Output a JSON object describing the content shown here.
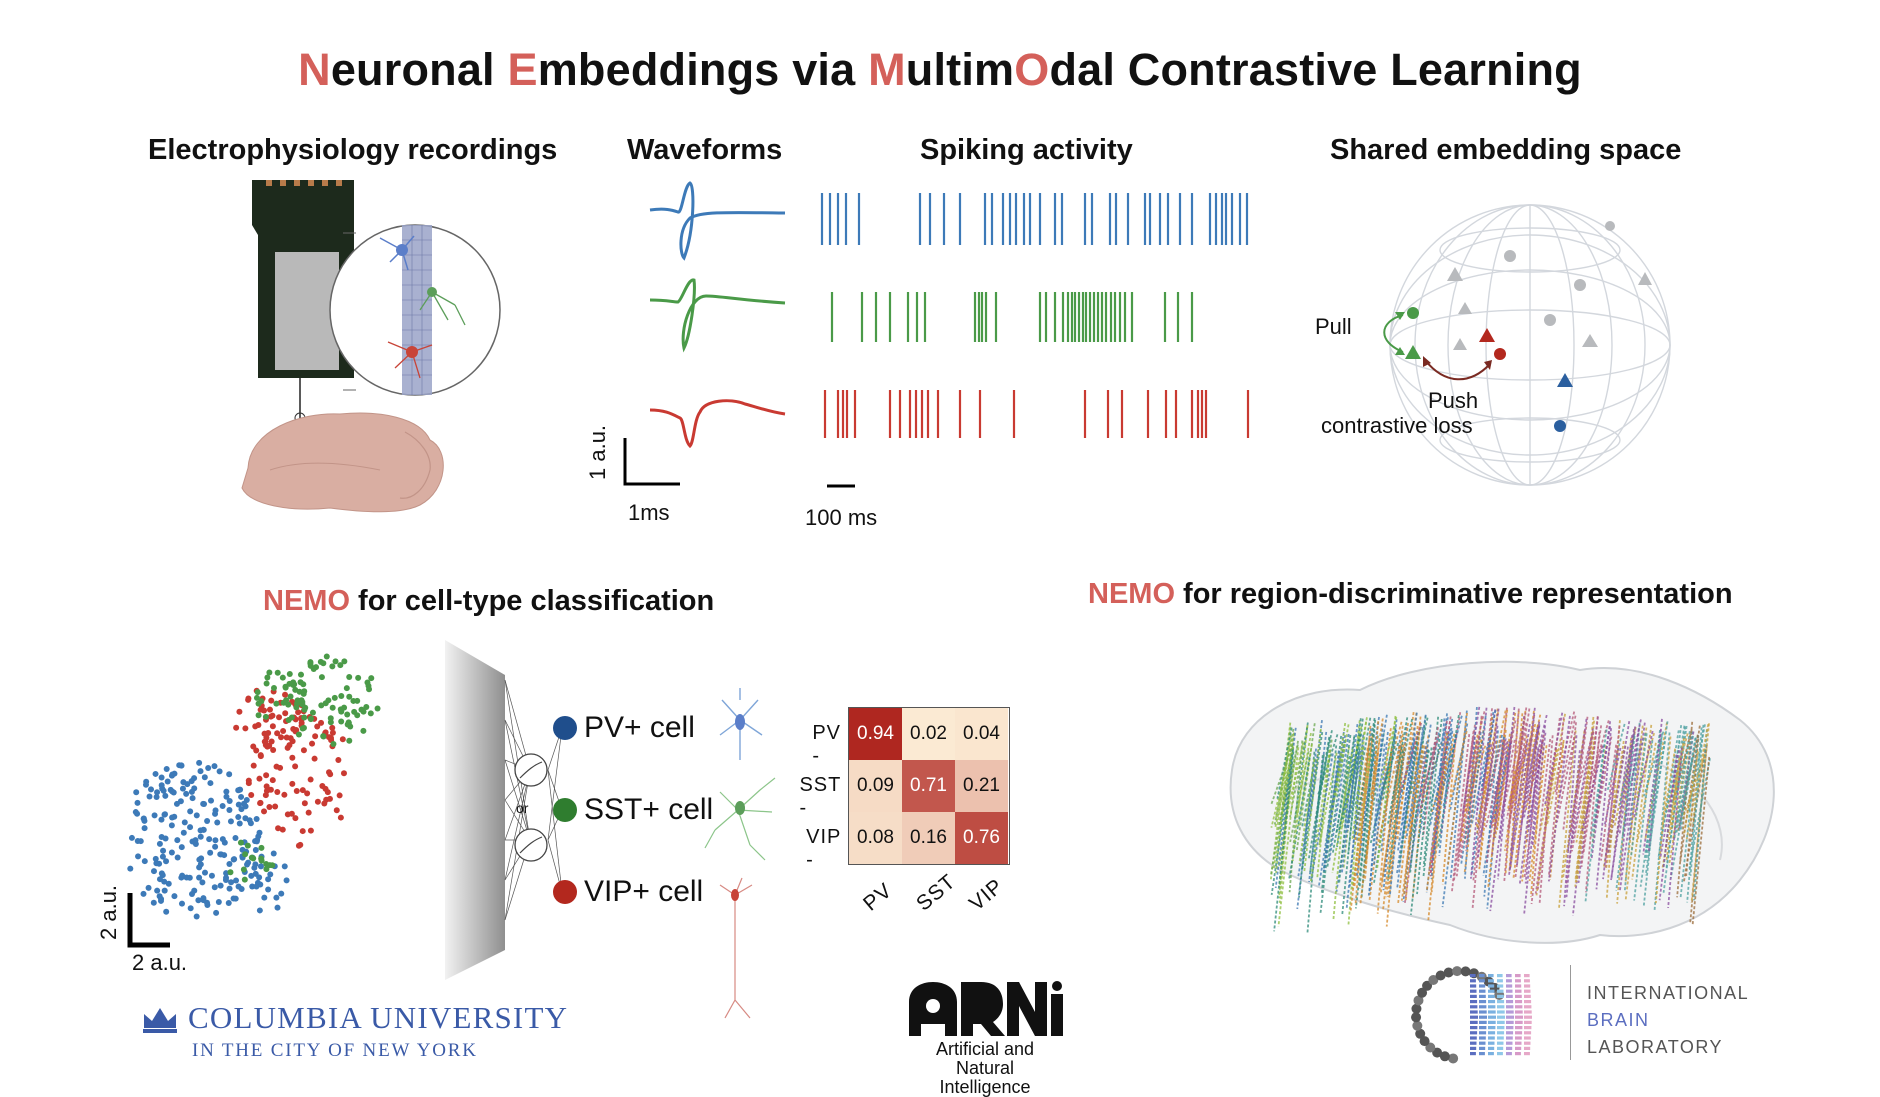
{
  "title": {
    "p1": "N",
    "p2": "euronal ",
    "p3": "E",
    "p4": "mbeddings via ",
    "p5": "M",
    "p6": "ultim",
    "p7": "O",
    "p8": "dal Contrastive Learning"
  },
  "sections": {
    "ephys": "Electrophysiology recordings",
    "waveforms": "Waveforms",
    "spiking": "Spiking activity",
    "embedding": "Shared embedding space",
    "celltype_hl": "NEMO",
    "celltype_rest": " for cell-type classification",
    "region_hl": "NEMO",
    "region_rest": " for region-discriminative representation"
  },
  "scale": {
    "amp": "1 a.u.",
    "time": "1ms",
    "spike_time": "100 ms",
    "umap_y": "2 a.u.",
    "umap_x": "2 a.u."
  },
  "embedding_labels": {
    "pull": "Pull",
    "push": "Push",
    "loss": "contrastive loss"
  },
  "network": {
    "or": "or"
  },
  "cells": [
    {
      "label": "PV+ cell",
      "color": "#1f4e8c"
    },
    {
      "label": "SST+ cell",
      "color": "#2f7d2f"
    },
    {
      "label": "VIP+ cell",
      "color": "#b3281e"
    }
  ],
  "confusion": {
    "rows": [
      "PV",
      "SST",
      "VIP"
    ],
    "cols": [
      "PV",
      "SST",
      "VIP"
    ],
    "values": [
      [
        0.94,
        0.02,
        0.04
      ],
      [
        0.09,
        0.71,
        0.21
      ],
      [
        0.08,
        0.16,
        0.76
      ]
    ]
  },
  "colors": {
    "blue": "#3d7ab8",
    "green": "#4a9a48",
    "red": "#c93a32",
    "accent": "#d4605a"
  },
  "logos": {
    "columbia_main": "COLUMBIA UNIVERSITY",
    "columbia_sub": "IN THE CITY OF NEW YORK",
    "arni_line1": "Artificial and Natural",
    "arni_line2": "Intelligence",
    "ibl_line1": "INTERNATIONAL",
    "ibl_line2": "BRAIN",
    "ibl_line3": "LABORATORY"
  }
}
